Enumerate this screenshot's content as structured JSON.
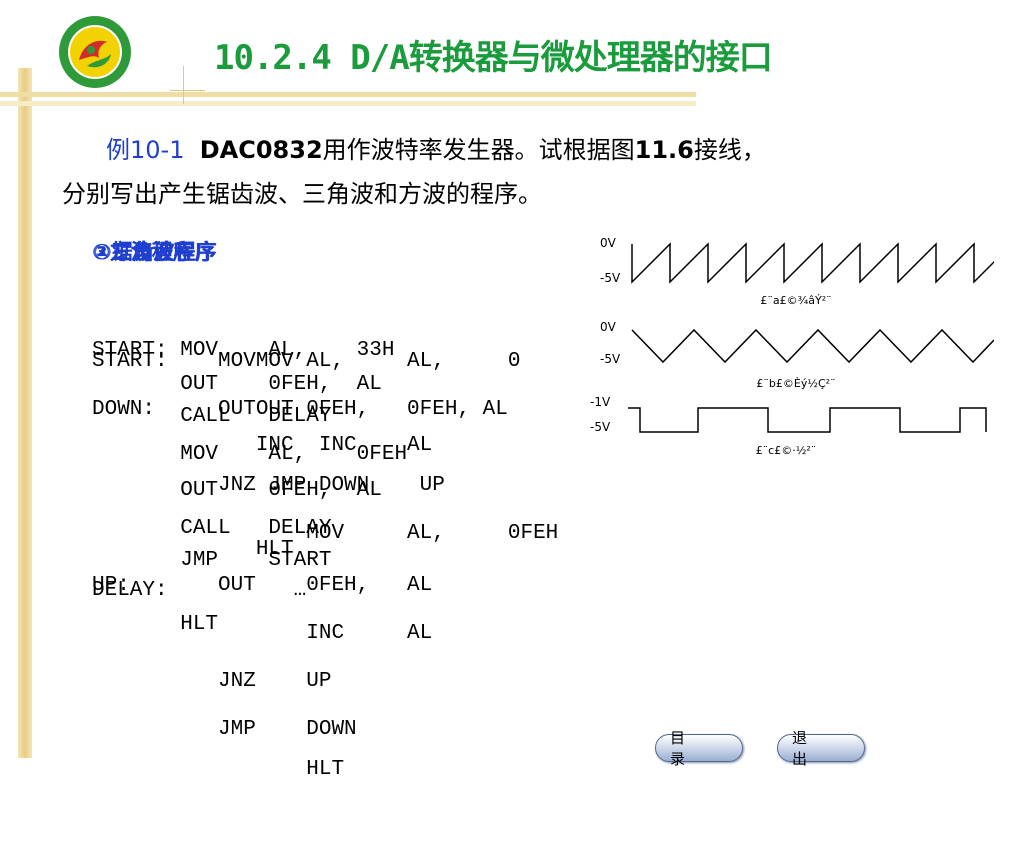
{
  "title": "10.2.4  D/A转换器与微处理器的接口",
  "intro": {
    "example_label": "例10-1",
    "chip": "DAC0832",
    "text1a": "用作波特率发生器。试根据图",
    "fig": "11.6",
    "text1b": "接线，",
    "line2": "分别写出产生锯齿波、三角波和方波的程序。"
  },
  "subtitles": [
    "③方波程序",
    "②三角波程序",
    "①锯齿波程序"
  ],
  "code_layers": [
    [
      "START: MOV    AL,    33H",
      "       OUT    0FEH,  AL",
      "       CALL   DELAY",
      "       MOV    AL,    0FEH",
      "       OUT    0FEH,  AL",
      "       CALL   DELAY",
      "       JMP    START",
      "DELAY:          …",
      "       HLT"
    ],
    [
      "START:    MOVMOV AL,     AL,     0",
      "DOWN:     OUTOUT 0FEH,   0FEH, AL",
      "             INC  INC    AL",
      "          JNZ JMP DOWN    UP",
      "                 MOV     AL,     0FEH",
      "             HLT"
    ],
    [
      "UP:       OUT    0FEH,   AL",
      "                 INC     AL",
      "          JNZ    UP",
      "          JMP    DOWN",
      "                 HLT"
    ]
  ],
  "waves": {
    "labels": {
      "zero1": "0V",
      "neg1": "-5V",
      "zero2": "0V",
      "neg2": "-5V",
      "top3": "-1V",
      "neg3": "-5V"
    },
    "captions": [
      "£¨a£©¾âÝ²¨",
      "£¨b£©Èý½Ç²¨",
      "£¨c£©·½²¨"
    ],
    "color": "#000000"
  },
  "buttons": {
    "toc": "目 录",
    "exit": "退 出"
  },
  "colors": {
    "title": "#1a9b3c",
    "accent_blue": "#1f3fcf",
    "frame": "#e8cc86"
  }
}
